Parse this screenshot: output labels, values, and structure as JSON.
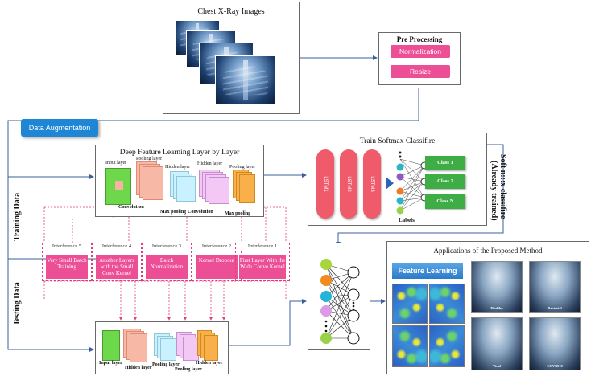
{
  "chest_xray": {
    "title": "Chest X-Ray Images"
  },
  "preprocessing": {
    "title": "Pre Processing",
    "normalization": "Normalization",
    "resize": "Resize"
  },
  "data_augmentation": "Data Augmentation",
  "deep_feature": {
    "title": "Deep Feature Learning Layer by Layer",
    "input_layer": "Input layer",
    "pooling_layer_1": "Pooling layer",
    "hidden_layer_1": "Hidden layer",
    "hidden_layer_2": "Hidden layer",
    "pooling_layer_2": "Pooling layer",
    "convolution_1": "Convolution",
    "max_pooling_1": "Max pooling",
    "convolution_2": "Convolution",
    "max_pooling_2": "Max pooling"
  },
  "softmax": {
    "title": "Train Softmax Classifire",
    "lstm_1": "LSTM1",
    "lstm_2": "LSTM2",
    "lstm_3": "LSTM3",
    "classes": [
      "Class 1",
      "Class 2",
      "Class N"
    ],
    "labels": "Labels",
    "side_label_1": "Soft n:::x classifire",
    "side_label_2": "(Already trained)"
  },
  "training_data": "Training Data",
  "testing_data": "Testing Data",
  "interferences": [
    {
      "header": "Interference 5",
      "text": "Very Small Batch Training"
    },
    {
      "header": "Interference 4",
      "text": "Another Layers with the Small Conv Kernel"
    },
    {
      "header": "Interference 3",
      "text": "Batch Normalization"
    },
    {
      "header": "Interference 2",
      "text": "Kernel Dropout"
    },
    {
      "header": "Interference 1",
      "text": "First Layer With the Wide Conve Kernel"
    }
  ],
  "test_network": {
    "input_layer": "Input layer",
    "hidden_layer_1": "Hidden layer",
    "pooling_layer_1": "Pooling layer",
    "pooling_layer_2": "Pooling layer",
    "hidden_layer_2": "Hidden layer"
  },
  "applications": {
    "title": "Applications of the Proposed Method",
    "feature_learning": "Feature Learning",
    "images": [
      "Healthy",
      "Bacterial",
      "Viral",
      "COVID19"
    ]
  },
  "colors": {
    "pink": "#ec4f95",
    "blue": "#1f86d6",
    "green": "#3fad45",
    "lstm_red": "#ef5b6a",
    "connector": "#4a78b8"
  }
}
